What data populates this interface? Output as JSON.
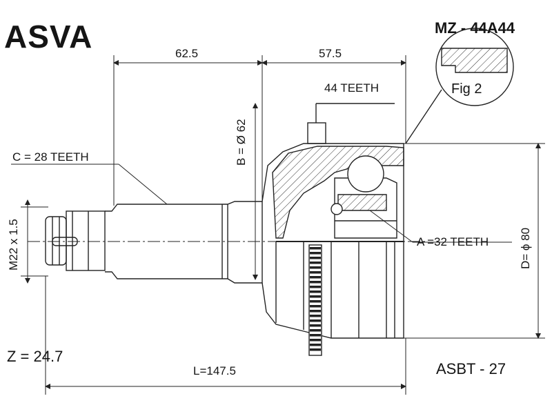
{
  "brand": "ASVA",
  "part_number": "MZ - 44A44",
  "figure_label": "Fig 2",
  "reference": "ASBT - 27",
  "z_value": "Z = 24.7",
  "dimensions": {
    "outer_length_left": "62.5",
    "outer_length_right": "57.5",
    "total_length": "L=147.5",
    "abs_ring": "44 TEETH",
    "shaft_spline": "C = 28 TEETH",
    "inner_spline": "A =32 TEETH",
    "bell_diameter": "B = Ø 62",
    "outer_diameter": "D= ϕ 80",
    "thread": "M22 x 1.5"
  }
}
